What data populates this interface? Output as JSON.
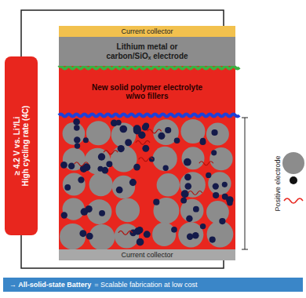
{
  "diagram": {
    "nodes": [
      {
        "text": [
          "≥ 4.2 V vs. Li⁺/Li",
          "High cycling rate (4C)"
        ]
      },
      {
        "text": [
          "Current collector"
        ]
      },
      {
        "text": [
          "Lithium metal or carbon/SiOₓ electrode"
        ]
      },
      {
        "text": [
          "New solid polymer electrolyte w/wo fillers"
        ]
      },
      {
        "text": [
          "Current collector"
        ]
      },
      {
        "text": [
          "→ All-solid-state Battery",
          "= Scalable fabrication at low cost"
        ]
      }
    ],
    "edges": [
      {
        "from": 0,
        "to": 1,
        "arrow": "none"
      },
      {
        "from": 0,
        "to": 4,
        "arrow": "none"
      }
    ],
    "labels": [
      "Positive electrode"
    ]
  }
}
